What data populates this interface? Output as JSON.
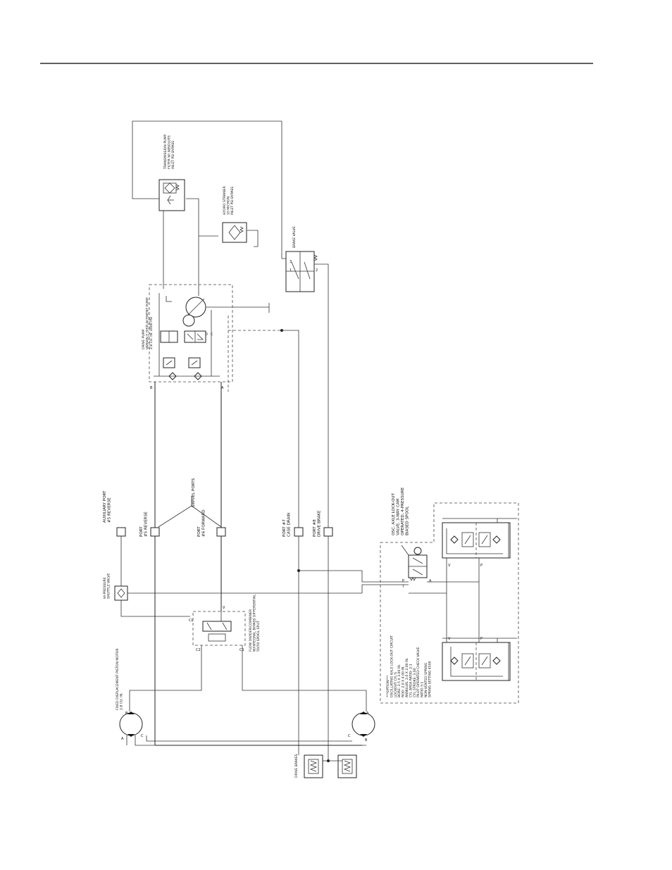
{
  "labels": {
    "transmission_pump": [
      "TRANSMISSION PUMP",
      "FILTER W/ ABSOLUTE",
      "INLET PSI BYPASS"
    ],
    "hydro_strainer": [
      "HYDRO STRAINER",
      "10 MICRON",
      "INLET PSI BYPASS"
    ],
    "brake_valve": "BRAKE VALVE",
    "drive_pump": [
      "DRIVE PUMP",
      "VARIABLE DISPLACEMENT PUMP",
      "2.8 CU. IN. 4000 PSI"
    ],
    "swivel_ports": "SWIVEL PORTS",
    "aux_port": [
      "AUXILIARY PORT",
      "#5 REVERSE"
    ],
    "port5_reverse": [
      "PORT",
      "#5 REVERSE"
    ],
    "port6_forward": [
      "PORT",
      "#6 FORWARD"
    ],
    "port7_case_drain": [
      "PORT #7",
      "CASE DRAIN"
    ],
    "port8_drive_brake": [
      "PORT #8",
      "DRIVE BRAKE"
    ],
    "hi_pressure": [
      "HI-PRESSURE",
      "SHUTTLE VALVE"
    ],
    "flow_divider": [
      "FLOW DIVIDER/COMBINER",
      "W/INTEGRAL BYPASS DIFFERENTIAL",
      "50/50 SPOOL SPLIT"
    ],
    "piston_motor": [
      "FIXED DISPLACEMENT PISTON MOTOR",
      "2.8 CU. IN."
    ],
    "drive_brakes": "DRIVE BRAKES",
    "lockout_valve": [
      "OSC. AXLE LOCK-OUT",
      "VALVE, 3-WAY CAM",
      "OPERATED, 4-PRESSURE",
      "BIASED SPOOL"
    ],
    "option_block": [
      "***OPTION***",
      "OSCILLATING AXLE LOCK-OUT CIRCUIT",
      "LOCKOUT CYL'S",
      "BORE: 2.5 X 3.00 IN.",
      "ROD: 2.0 X 4.00 IN.",
      "ANNULUS: 2.0 X 2.00 IN.",
      "CYL AREA RATIO: 2:1",
      "CYL STROKE: 3.00",
      "PILOT OPERATED CHECK VALVE",
      "RATIO 3:1",
      "NON-VENTED SPRING",
      "SPRING SETTING 4500"
    ],
    "pins": {
      "A": "A",
      "B": "B",
      "C": "C",
      "D": "D",
      "V": "V",
      "P": "P",
      "T": "T",
      "C1": "C1",
      "C2": "C2",
      "n1": "1",
      "n2": "2",
      "n3": "3",
      "cl": "CL"
    }
  }
}
